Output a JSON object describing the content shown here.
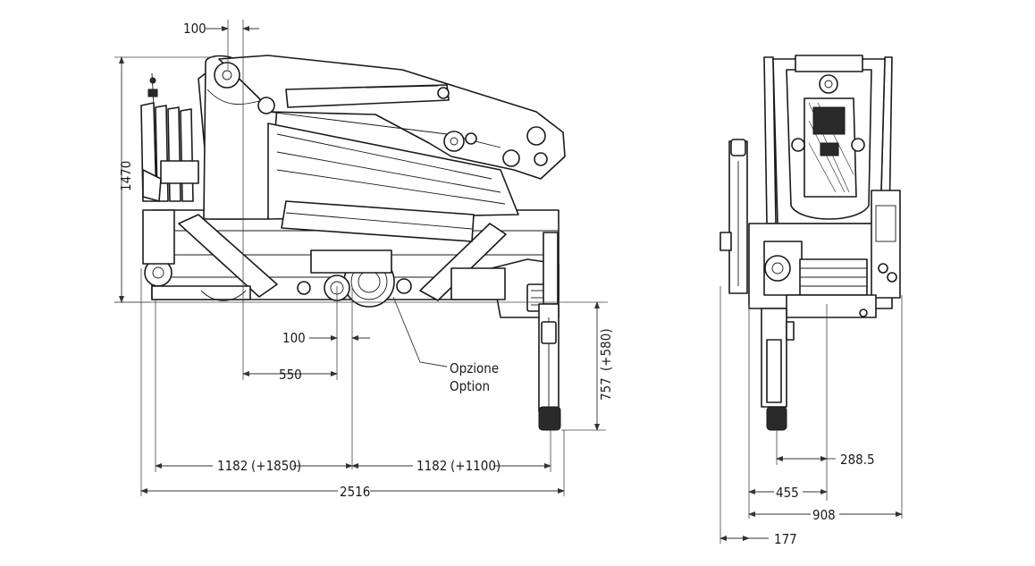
{
  "dimensions": {
    "top_offset": "100",
    "height": "1470",
    "mid_offset": "100",
    "pivot_offset": "550",
    "option_it": "Opzione",
    "option_en": "Option",
    "stab_depth": "757",
    "stab_depth_extra": "(+580)",
    "left_reach": "1182",
    "left_reach_extra": "(+1850)",
    "right_reach": "1182",
    "right_reach_extra": "(+1100)",
    "total_width": "2516",
    "front_2885": "288.5",
    "front_455": "455",
    "front_908": "908",
    "front_177": "177"
  }
}
